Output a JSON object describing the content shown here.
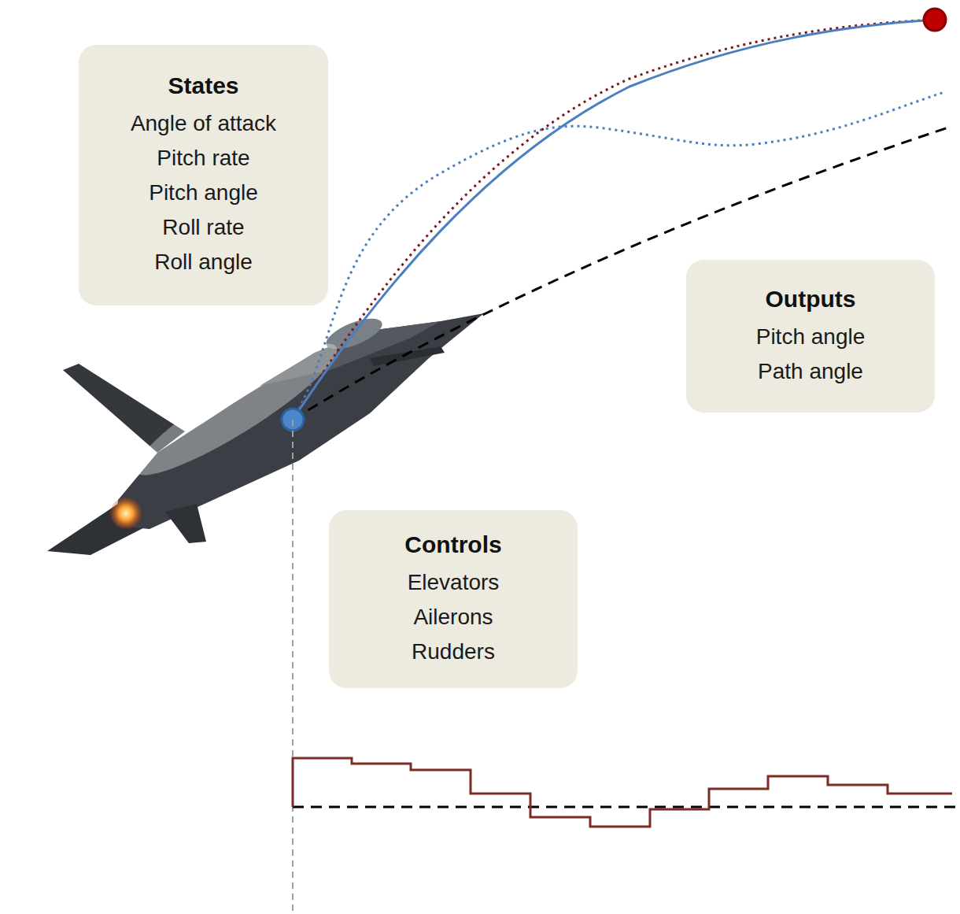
{
  "diagram": {
    "nodes": [
      {
        "text": [
          "States",
          "Angle of attack",
          "Pitch rate",
          "Pitch angle",
          "Roll rate",
          "Roll angle"
        ]
      },
      {
        "text": [
          "Outputs",
          "Pitch angle",
          "Path angle"
        ]
      },
      {
        "text": [
          "Controls",
          "Elevators",
          "Ailerons",
          "Rudders"
        ]
      }
    ],
    "edges": []
  }
}
